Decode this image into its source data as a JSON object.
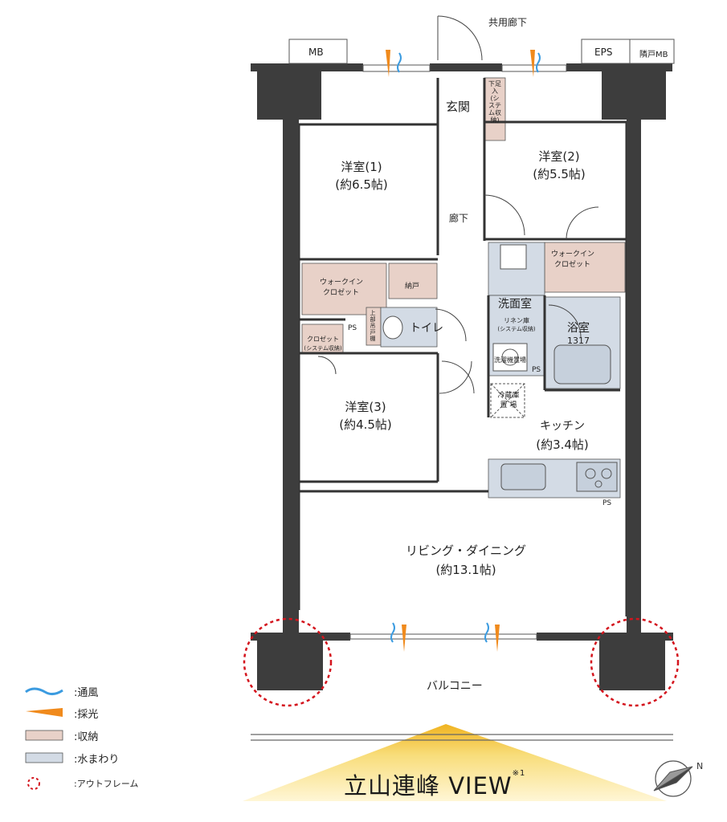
{
  "rooms": {
    "corridor_shared": "共用廊下",
    "mb_left": "MB",
    "eps": "EPS",
    "mb_right": "隣戸MB",
    "entrance": "玄関",
    "shoe_storage": "下足入(システム収納)",
    "western1_name": "洋室(1)",
    "western1_size": "(約6.5帖)",
    "western2_name": "洋室(2)",
    "western2_size": "(約5.5帖)",
    "hallway": "廊下",
    "wic_left_1": "ウォークイン",
    "wic_left_2": "クロゼット",
    "storeroom": "納戸",
    "wic_right_1": "ウォークイン",
    "wic_right_2": "クロゼット",
    "toilet": "トイレ",
    "ps_left": "PS",
    "closet_1": "クロゼット",
    "closet_2": "(システム収納)",
    "shelf_label": "上部吊戸棚",
    "washroom": "洗面室",
    "linen_1": "リネン庫",
    "linen_2": "(システム収納)",
    "washer": "洗濯機置場",
    "bath_name": "浴室",
    "bath_size": "1317",
    "ps_mid": "PS",
    "fridge_1": "冷蔵庫",
    "fridge_2": "置 場",
    "kitchen_name": "キッチン",
    "kitchen_size": "(約3.4帖)",
    "ps_kitchen": "PS",
    "western3_name": "洋室(3)",
    "western3_size": "(約4.5帖)",
    "living_name": "リビング・ダイニング",
    "living_size": "(約13.1帖)",
    "balcony": "バルコニー"
  },
  "legend": [
    {
      "icon": "wind-icon",
      "label": ":通風"
    },
    {
      "icon": "light-icon",
      "label": ":採光"
    },
    {
      "icon": "storage-swatch",
      "label": ":収納"
    },
    {
      "icon": "water-swatch",
      "label": ":水まわり"
    },
    {
      "icon": "outframe-icon",
      "label": ":アウトフレーム"
    }
  ],
  "view": {
    "title": "立山連峰 VIEW",
    "note": "※1"
  },
  "colors": {
    "wall": "#3d3d3d",
    "storage": "#e8d1c8",
    "water": "#d3dbe5",
    "outframe": "#d4141d",
    "wind": "#3b9be0",
    "light": "#f08a1c",
    "view_fan": "#f3c443"
  }
}
